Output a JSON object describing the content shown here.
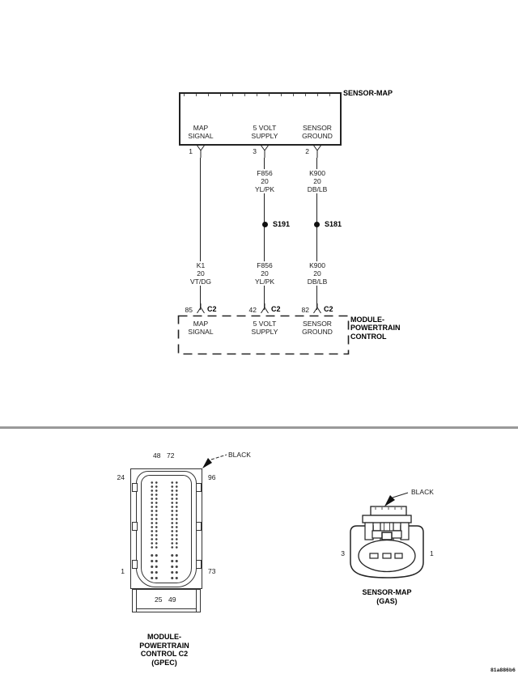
{
  "colors": {
    "ink": "#1a1a1a",
    "separator": "#999999"
  },
  "diagram": {
    "sensor": {
      "label": "SENSOR-MAP",
      "pins": [
        {
          "num": "1",
          "f1": "MAP",
          "f2": "SIGNAL"
        },
        {
          "num": "3",
          "f1": "5 VOLT",
          "f2": "SUPPLY"
        },
        {
          "num": "2",
          "f1": "SENSOR",
          "f2": "GROUND"
        }
      ]
    },
    "wires": [
      {
        "l1": "K1",
        "l2": "20",
        "l3": "VT/DG",
        "pin": "85",
        "conn": "C2",
        "m1": "MAP",
        "m2": "SIGNAL"
      },
      {
        "u1": "F856",
        "u2": "20",
        "u3": "YL/PK",
        "splice": "S191",
        "l1": "F856",
        "l2": "20",
        "l3": "YL/PK",
        "pin": "42",
        "conn": "C2",
        "m1": "5 VOLT",
        "m2": "SUPPLY"
      },
      {
        "u1": "K900",
        "u2": "20",
        "u3": "DB/LB",
        "splice": "S181",
        "l1": "K900",
        "l2": "20",
        "l3": "DB/LB",
        "pin": "82",
        "conn": "C2",
        "m1": "SENSOR",
        "m2": "GROUND"
      }
    ],
    "module": {
      "line1": "MODULE-",
      "line2": "POWERTRAIN",
      "line3": "CONTROL"
    }
  },
  "connector_views": {
    "gpec": {
      "color": "BLACK",
      "top_left": "48",
      "top_right": "72",
      "upper_left": "24",
      "upper_right": "96",
      "lower_left": "1",
      "lower_right": "73",
      "bottom_left": "25",
      "bottom_right": "49",
      "caption1": "MODULE-",
      "caption2": "POWERTRAIN",
      "caption3": "CONTROL C2",
      "caption4": "(GPEC)"
    },
    "map": {
      "color": "BLACK",
      "pin_left": "3",
      "pin_right": "1",
      "caption1": "SENSOR-MAP",
      "caption2": "(GAS)"
    }
  },
  "footer": {
    "doc_code": "81a886b6"
  }
}
